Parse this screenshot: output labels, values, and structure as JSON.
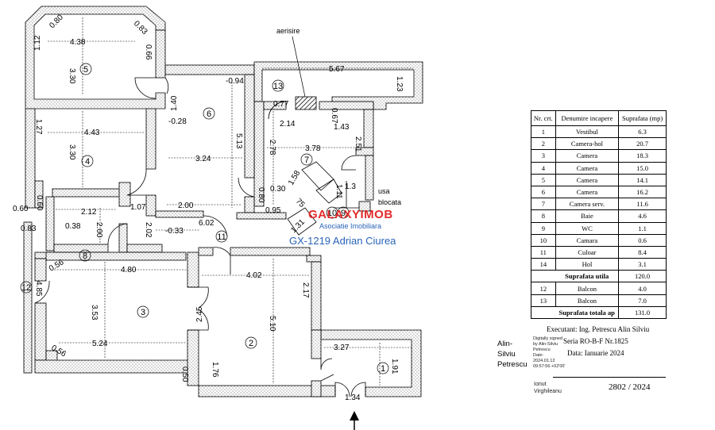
{
  "plan": {
    "label_aerisire": "aerisire",
    "label_usa": "usa",
    "label_blocata": "blocata",
    "rooms": [
      "1",
      "2",
      "3",
      "4",
      "5",
      "6",
      "7",
      "8",
      "9",
      "10",
      "11",
      "12",
      "13"
    ],
    "dims": {
      "d080": "0.80",
      "d083a": "0.83",
      "d112": "1.12",
      "d438": "4.38",
      "d330a": "3.30",
      "d066": "0.66",
      "d094": "-0.94",
      "d140": "1.40",
      "d567": "5.67",
      "d123": "1.23",
      "d077": "0.77",
      "d067": "0.67",
      "d214": "2.14",
      "d143": "1.43",
      "d127": "1.27",
      "d443": "4.43",
      "d028": "-0.28",
      "d513": "5.13",
      "d330b": "3.30",
      "d324": "3.24",
      "d278": "2.78",
      "d378": "3.78",
      "d251": "2.51",
      "d080b": "0.80",
      "d030": "0.30",
      "d158": "1.58",
      "d075": "75",
      "d095": "0.95",
      "d111": "1.11",
      "d130": "1.3",
      "d060a": "0.60",
      "d060b": "0.60",
      "d212": "2.12",
      "d107": "1.07",
      "d200a": "2.00",
      "d602": "6.02",
      "d083b": "0.83",
      "d038": "0.38",
      "d200b": "2.00",
      "d202": "2.02",
      "d033": "-0.33",
      "d131": "1.31",
      "d056a": "0.56",
      "d480": "4.80",
      "d402": "4.02",
      "d485": "4.85",
      "d353": "3.53",
      "d245": "2.45",
      "d217": "2.17",
      "d510": "5.10",
      "d524": "5.24",
      "d056b": "0.56",
      "d327": "3.27",
      "d050": "0.50",
      "d176": "1.76",
      "d191": "1.91",
      "d134": "1.34"
    }
  },
  "table": {
    "headers": [
      "Nr. crt.",
      "Denumire incapere",
      "Suprafata (mp)"
    ],
    "rows": [
      [
        "1",
        "Vestibul",
        "6.3"
      ],
      [
        "2",
        "Camera-hol",
        "20.7"
      ],
      [
        "3",
        "Camera",
        "18.3"
      ],
      [
        "4",
        "Camera",
        "15.0"
      ],
      [
        "5",
        "Camera",
        "14.1"
      ],
      [
        "6",
        "Camera",
        "16.2"
      ],
      [
        "7",
        "Camera serv.",
        "11.6"
      ],
      [
        "8",
        "Baie",
        "4.6"
      ],
      [
        "9",
        "WC",
        "1.1"
      ],
      [
        "10",
        "Camara",
        "0.6"
      ],
      [
        "11",
        "Culoar",
        "8.4"
      ],
      [
        "14",
        "Hol",
        "3.1"
      ]
    ],
    "util_label": "Suprafata utila",
    "util_value": "120.0",
    "balcony_rows": [
      [
        "12",
        "Balcon",
        "4.0"
      ],
      [
        "13",
        "Balcon",
        "7.0"
      ]
    ],
    "total_label": "Suprafata totala ap",
    "total_value": "131.0"
  },
  "footer": {
    "executant": "Executant: Ing. Petrescu Alin Silviu",
    "seria": "Seria RO-B-F Nr.1825",
    "data": "Data: Ianuarie 2024",
    "number": "2802 / 2024",
    "signer_line1": "Alin-",
    "signer_line2": "Silviu",
    "signer_line3": "Petrescu",
    "digital_1": "Digitally signed",
    "digital_2": "by Alin-Silviu",
    "digital_3": "Petrescu",
    "digital_4": "Date:",
    "digital_5": "2024.01.12",
    "digital_6": "09:57:56 +02'00'",
    "ionut_1": "Ionut",
    "ionut_2": "Virghileanu"
  },
  "watermark": {
    "brand": "GALAXYIMOB",
    "sub": "Asociatie Imobiliara",
    "agent": "GX-1219 Adrian Ciurea"
  },
  "colors": {
    "brand_red": "#e32b2b",
    "brand_blue": "#2a63b8",
    "wall": "#000000"
  }
}
